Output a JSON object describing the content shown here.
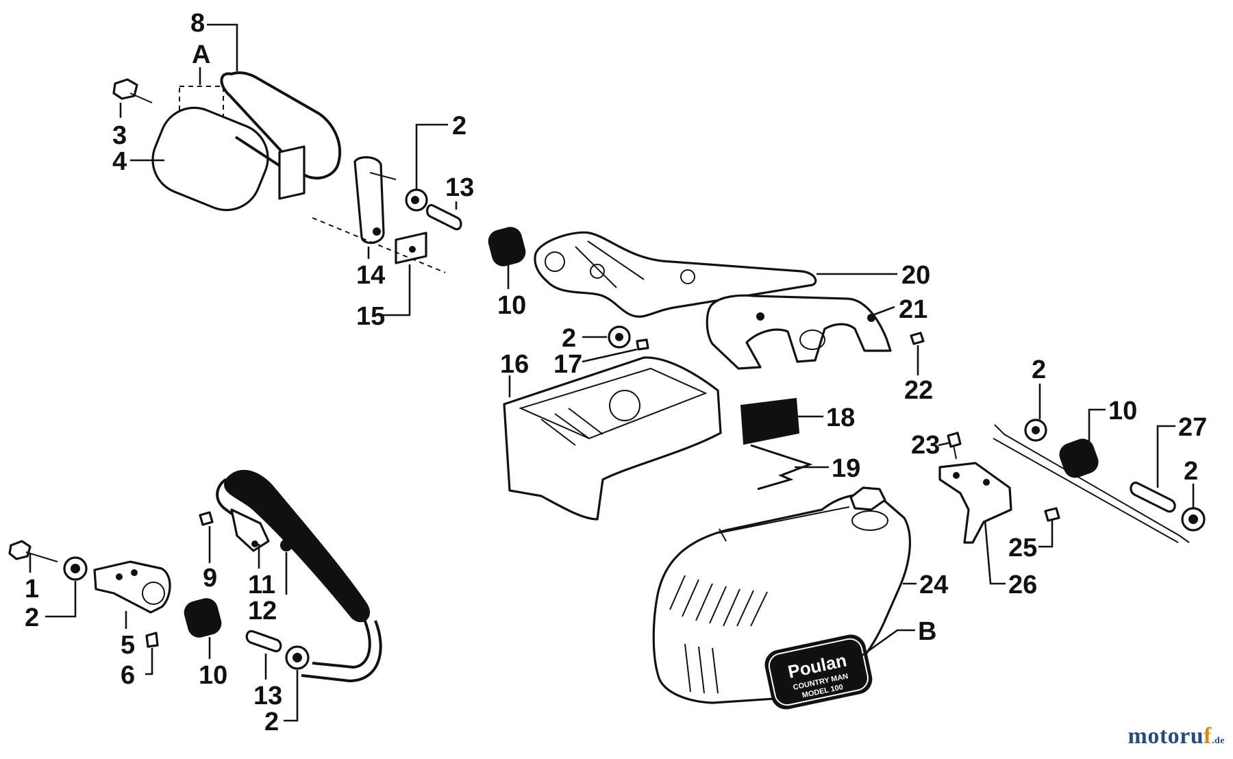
{
  "labels": {
    "l8": "8",
    "lA": "A",
    "l3": "3",
    "l4": "4",
    "l2a": "2",
    "l13a": "13",
    "l14": "14",
    "l15": "15",
    "l10a": "10",
    "l20": "20",
    "l21": "21",
    "l2b": "2",
    "l17": "17",
    "l16": "16",
    "l22": "22",
    "l18": "18",
    "l19": "19",
    "l2c": "2",
    "l10b": "10",
    "l27": "27",
    "l23": "23",
    "l2d": "2",
    "l25": "25",
    "l26": "26",
    "l24": "24",
    "lB": "B",
    "l9": "9",
    "l11": "11",
    "l12": "12",
    "l1": "1",
    "l2e": "2",
    "l5": "5",
    "l6": "6",
    "l10c": "10",
    "l13b": "13",
    "l2f": "2"
  },
  "logo": {
    "brand": "Poulan",
    "model_line1": "COUNTRY MAN",
    "model_line2": "MODEL 100"
  },
  "watermark": {
    "main_a": "motoru",
    "main_b": "f",
    "suffix": ".de"
  }
}
